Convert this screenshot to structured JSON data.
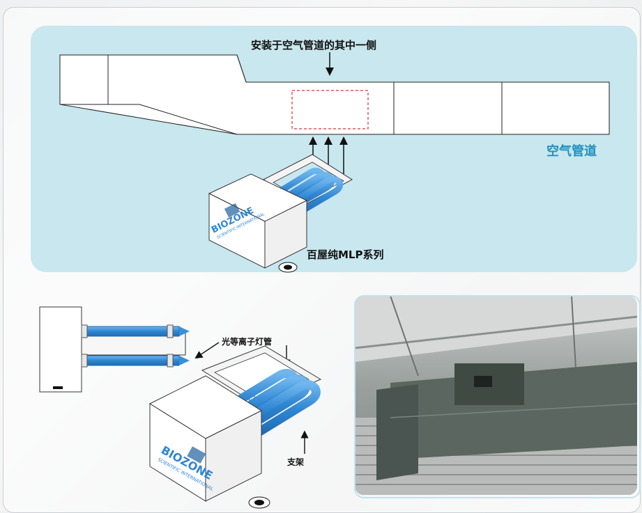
{
  "labels": {
    "install_side": "安装于空气管道的其中一侧",
    "air_duct": "空气管道",
    "series_name": "百屋纯MLP系列",
    "plasma_tubes": "光等离子灯管",
    "bracket": "支架"
  },
  "brand": {
    "logo_text": "BIOZONE",
    "logo_subtext": "SCIENTIFIC INTERNATIONAL"
  },
  "colors": {
    "panel": "#c8e7ee",
    "tube_blue": "#3a8fd6",
    "duct_label": "#1f8fbf",
    "highlight_dash": "#e23030"
  },
  "icons": {
    "arrow": "arrow-down-icon",
    "up_arrows": "arrow-up-icon"
  },
  "photo": {
    "description_visible": false
  }
}
